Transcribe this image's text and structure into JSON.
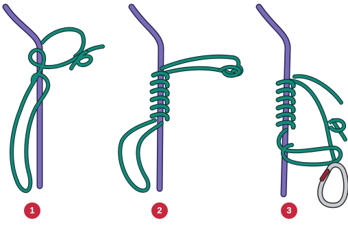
{
  "steps": [
    {
      "number": "1"
    },
    {
      "number": "2"
    },
    {
      "number": "3"
    }
  ],
  "colors": {
    "main_rope": "#7a6bb8",
    "main_rope_outline": "#2c2450",
    "cord": "#14897a",
    "cord_outline": "#0b2f2b",
    "badge": "#c6283f",
    "badge_text": "#ffffff",
    "carabiner_body": "#c8ccd0",
    "carabiner_gate": "#a22234"
  },
  "icons": {
    "carabiner": "carabiner-icon"
  }
}
